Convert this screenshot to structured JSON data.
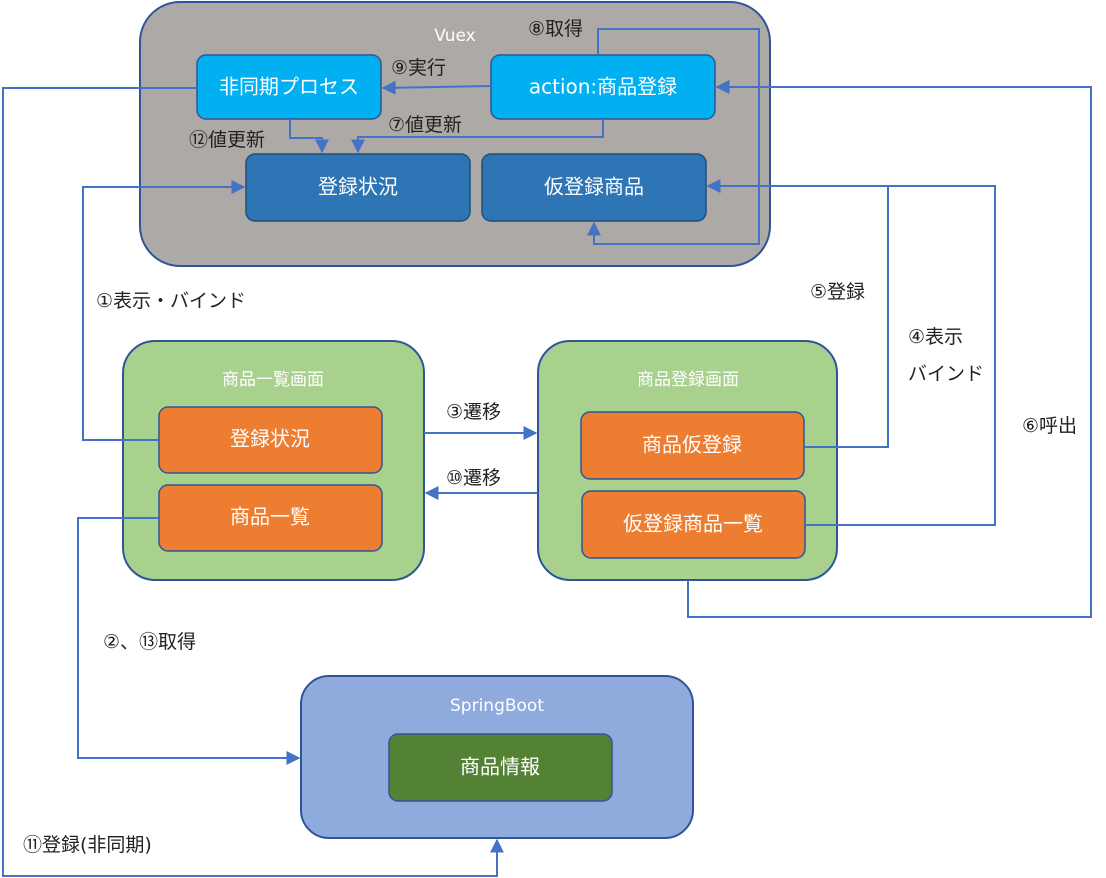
{
  "colors": {
    "edge": "#4472C4",
    "vuex_fill": "#ADA9A7",
    "vuex_stroke": "#2F5597",
    "light_blue": "#00B0F0",
    "dark_blue": "#2E75B6",
    "green_container": "#A9D18E",
    "orange": "#ED7D31",
    "spring_fill": "#8FAADC",
    "dark_green": "#548235"
  },
  "containers": {
    "vuex": "Vuex",
    "list_screen": "商品一覧画面",
    "register_screen": "商品登録画面",
    "springboot": "SpringBoot"
  },
  "nodes": {
    "async_process": "非同期プロセス",
    "action_register": "action:商品登録",
    "vuex_status": "登録状況",
    "vuex_temp_products": "仮登録商品",
    "list_status": "登録状況",
    "list_products": "商品一覧",
    "temp_register": "商品仮登録",
    "temp_product_list": "仮登録商品一覧",
    "product_info": "商品情報"
  },
  "edges": {
    "e1": "①表示・バインド",
    "e2": "②、⑬取得",
    "e3": "③遷移",
    "e4a": "④表示",
    "e4b": "バインド",
    "e5": "⑤登録",
    "e6": "⑥呼出",
    "e7": "⑦値更新",
    "e8": "⑧取得",
    "e9": "⑨実行",
    "e10": "⑩遷移",
    "e11": "⑪登録(非同期)",
    "e12": "⑫値更新"
  }
}
